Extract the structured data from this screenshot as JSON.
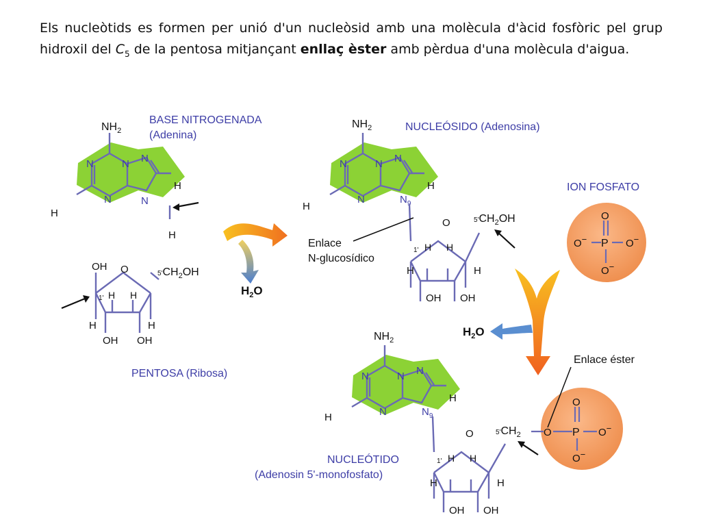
{
  "intro": {
    "line_part1": "Els nucleòtids es formen per unió d'un nucleòsid amb una molècula d'àcid fosfòric pel grup hidroxil del ",
    "c_letter": "C",
    "c_subscript": "5",
    "line_part2": " de la pentosa mitjançant ",
    "bold_term": "enllaç èster",
    "line_part3": " amb pèrdua d'una molècula d'aigua."
  },
  "labels": {
    "base_title": "BASE NITROGENADA",
    "base_sub": "(Adenina)",
    "pentose": "PENTOSA  (Ribosa)",
    "nucleoside": "NUCLEÓSIDO  (Adenosina)",
    "phosphate_ion": "ION FOSFATO",
    "n_glyco_1": "Enlace",
    "n_glyco_2": "N-glucosídico",
    "ester_bond": "Enlace éster",
    "nucleotide_title": "NUCLEÓTIDO",
    "nucleotide_sub": "(Adenosin 5'-monofosfato)"
  },
  "water": {
    "h": "H",
    "sub": "2",
    "o": "O"
  },
  "atoms": {
    "nh": "NH",
    "nh_sub": "2",
    "n": "N",
    "n9_sub": "9",
    "h": "H",
    "oh": "OH",
    "o": "O",
    "ch2oh_prefix": "5'",
    "ch2oh": "CH",
    "ch2oh_sub": "2",
    "ch2oh_tail": "OH",
    "c1": "1'",
    "p": "P",
    "o_minus": "O",
    "minus": "−"
  },
  "colors": {
    "base_fill": "#8cd235",
    "bond": "#6a6ab4",
    "text_blue": "#3d3da6",
    "phosphate_fill": "#f4a068",
    "arrow_orange": "#f07820",
    "arrow_yellow": "#f8c020",
    "arrow_blue": "#5a8ed0"
  }
}
